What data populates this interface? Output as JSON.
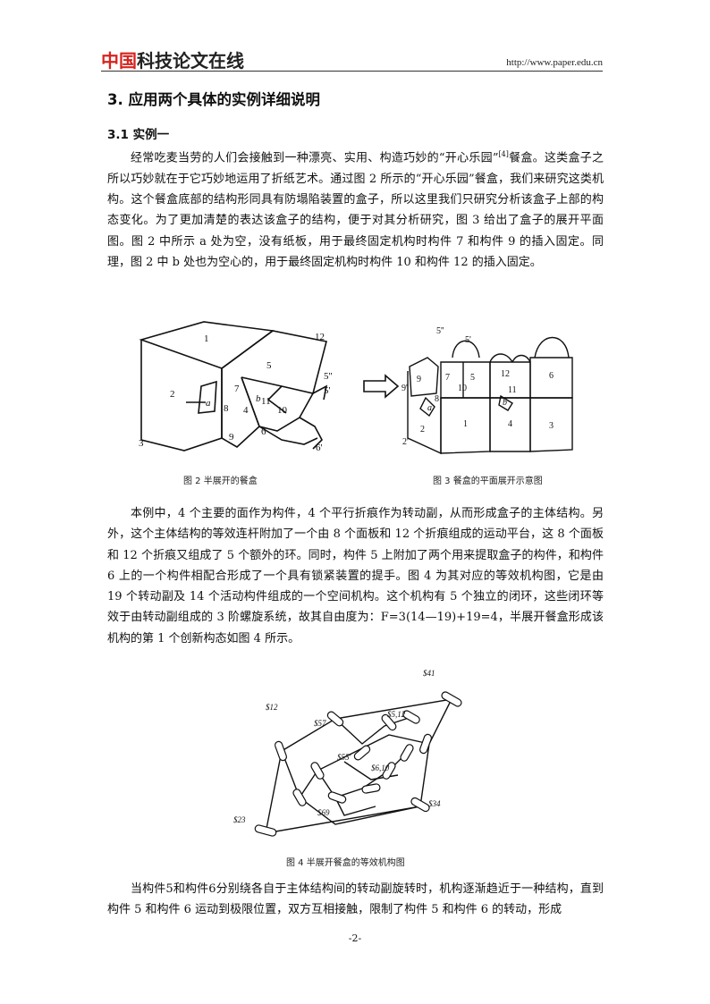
{
  "header": {
    "logo_red": "中国",
    "logo_dark": "科技论文在线",
    "url": "http://www.paper.edu.cn"
  },
  "section": {
    "title": "3.  应用两个具体的实例详细说明",
    "subsection": "3.1  实例一"
  },
  "paragraphs": {
    "p1_a": "经常吃麦当劳的人们会接触到一种漂亮、实用、构造巧妙的“开心乐园”",
    "p1_ref": "[4]",
    "p1_b": "餐盒。这类盒子之所以巧妙就在于它巧妙地运用了折纸艺术。通过图 2 所示的“开心乐园”餐盒，我们来研究这类机构。这个餐盒底部的结构形同具有防塌陷装置的盒子，所以这里我们只研究分析该盒子上部的构态变化。为了更加清楚的表达该盒子的结构，便于对其分析研究，图 3 给出了盒子的展开平面图。图 2 中所示 a 处为空，没有纸板，用于最终固定机构时构件 7 和构件 9 的插入固定。同理，图 2 中 b 处也为空心的，用于最终固定机构时构件 10 和构件 12 的插入固定。",
    "p2": "本例中，4 个主要的面作为构件，4 个平行折痕作为转动副，从而形成盒子的主体结构。另外，这个主体结构的等效连杆附加了一个由 8 个面板和 12 个折痕组成的运动平台，这 8 个面板和 12 个折痕又组成了 5 个额外的环。同时，构件 5 上附加了两个用来提取盒子的构件，和构件 6 上的一个构件相配合形成了一个具有锁紧装置的提手。图 4 为其对应的等效机构图，它是由 19 个转动副及 14 个活动构件组成的一个空间机构。这个机构有 5 个独立的闭环，这些闭环等效于由转动副组成的 3 阶螺旋系统，故其自由度为：F=3(14—19)+19=4，半展开餐盒形成该机构的第 1 个创新构态如图 4 所示。",
    "p3": "当构件5和构件6分别绕各自于主体结构间的转动副旋转时，机构逐渐趋近于一种结构，直到构件 5 和构件 6 运动到极限位置，双方互相接触，限制了构件 5 和构件 6 的转动，形成"
  },
  "figures": {
    "fig2_caption": "图 2 半展开的餐盒",
    "fig3_caption": "图 3  餐盒的平面展开示意图",
    "fig4_caption": "图 4  半展开餐盒的等效机构图",
    "fig2_labels": [
      "1",
      "2",
      "3",
      "5",
      "7",
      "4",
      "8",
      "9",
      "6",
      "10",
      "11",
      "12",
      "a",
      "b",
      "5''",
      "5'",
      "6'"
    ],
    "fig3_labels": [
      "5''",
      "5'",
      "9'",
      "9",
      "7",
      "5",
      "12",
      "6",
      "8",
      "10",
      "11",
      "a",
      "b",
      "2",
      "1",
      "4",
      "3",
      "2'"
    ],
    "fig4_labels": [
      "$41",
      "$12",
      "$57",
      "$5,12",
      "$55'",
      "$6,10",
      "$23",
      "$69",
      "$34"
    ]
  },
  "footer": {
    "page_number": "-2-"
  }
}
